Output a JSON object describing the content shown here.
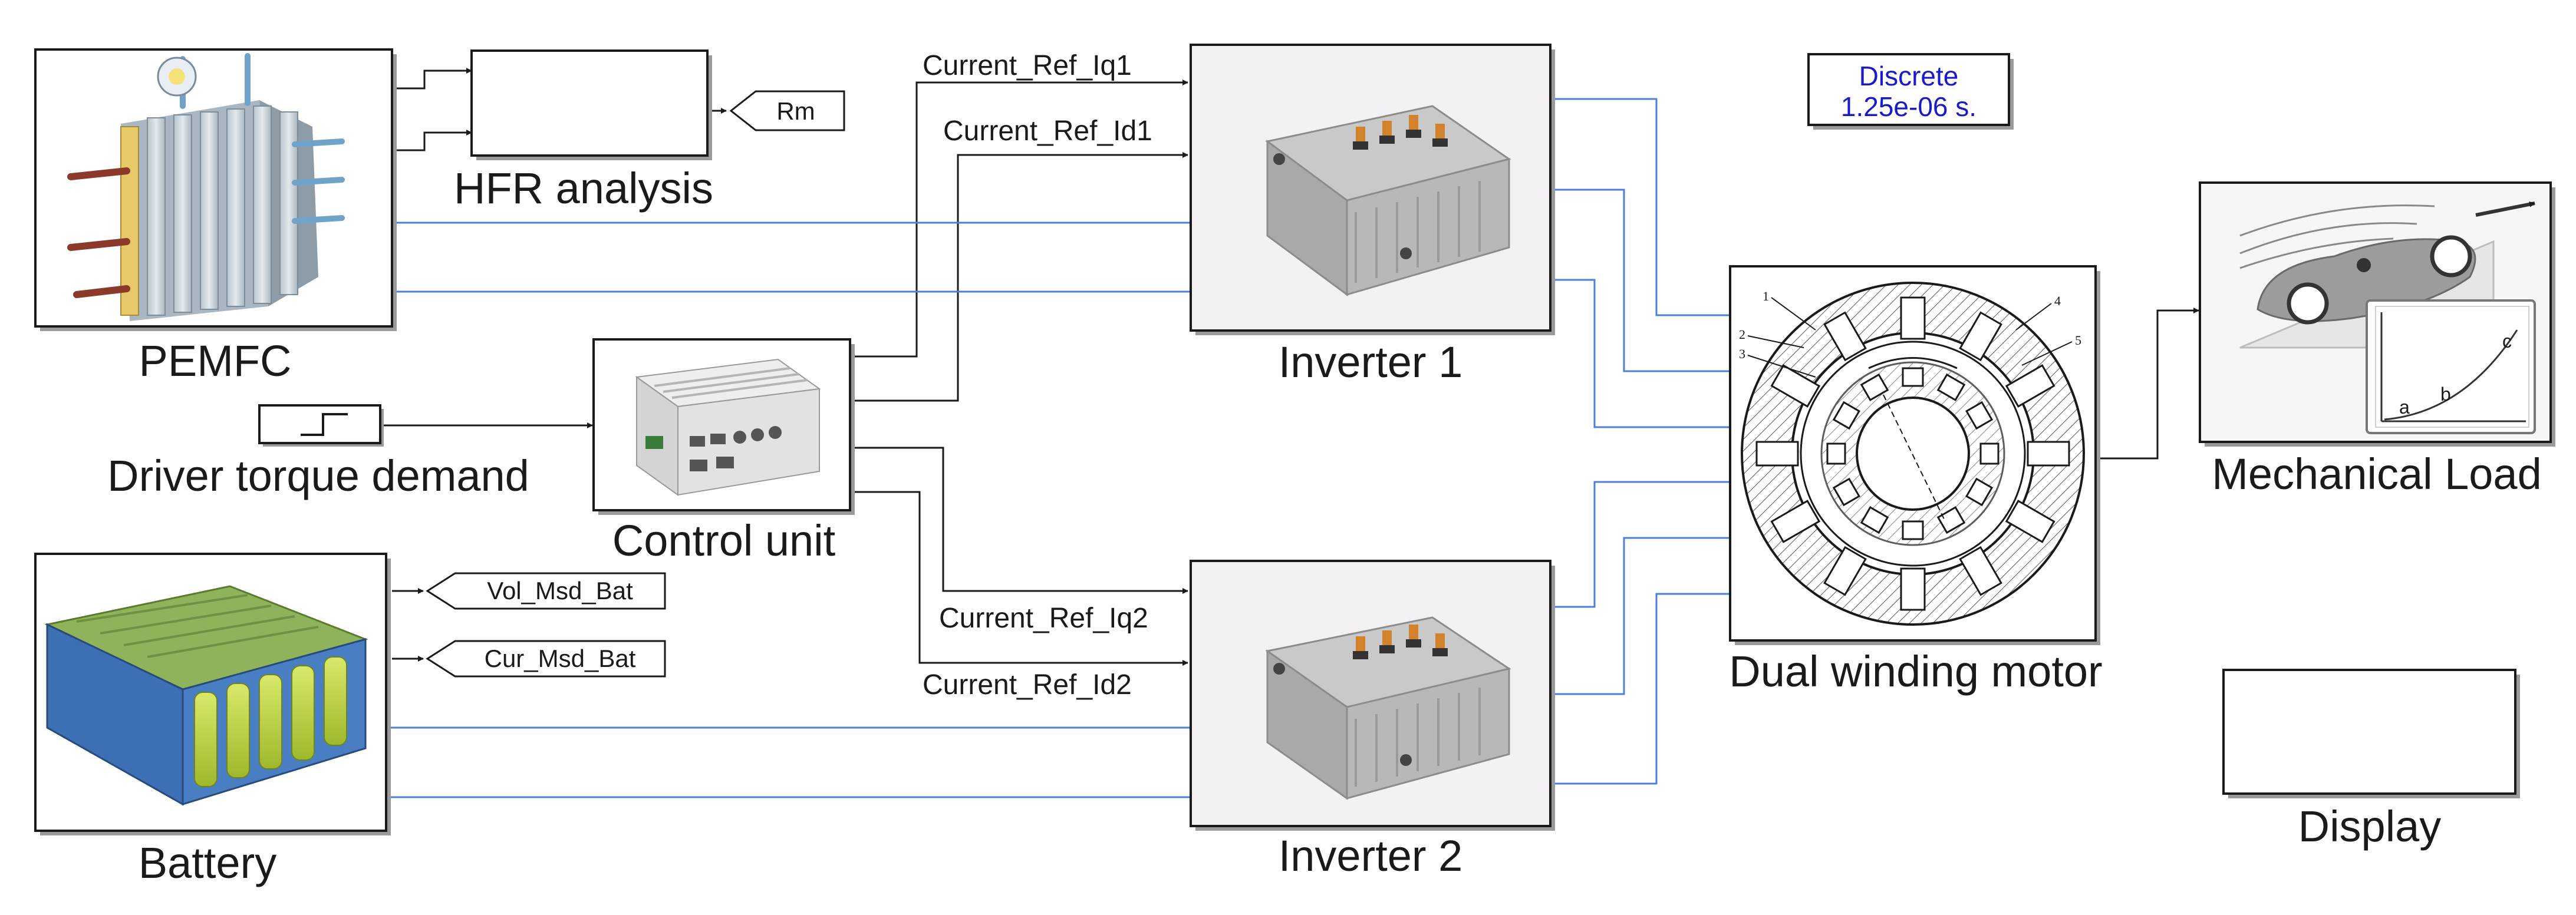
{
  "blocks": {
    "pemfc": {
      "label": "PEMFC",
      "icon": "fuel-cell-stack-icon"
    },
    "hfr": {
      "label": "HFR analysis"
    },
    "rm_tag": {
      "label": "Rm"
    },
    "driver": {
      "label": "Driver torque demand",
      "icon": "step-signal-icon"
    },
    "control": {
      "label": "Control unit",
      "icon": "embedded-controller-icon"
    },
    "battery": {
      "label": "Battery",
      "icon": "battery-pack-icon"
    },
    "vol_tag": {
      "label": "Vol_Msd_Bat"
    },
    "cur_tag": {
      "label": "Cur_Msd_Bat"
    },
    "inv1": {
      "label": "Inverter 1",
      "icon": "inverter-icon"
    },
    "inv2": {
      "label": "Inverter 2",
      "icon": "inverter-icon"
    },
    "motor": {
      "label": "Dual winding motor",
      "icon": "motor-cross-section-icon"
    },
    "load": {
      "label": "Mechanical Load",
      "icon": "vehicle-load-icon"
    },
    "display": {
      "label": "Display"
    }
  },
  "signals": {
    "iq1": "Current_Ref_Iq1",
    "id1": "Current_Ref_Id1",
    "iq2": "Current_Ref_Iq2",
    "id2": "Current_Ref_Id2"
  },
  "powergui": {
    "line1": "Discrete",
    "line2": "1.25e-06 s."
  },
  "motor_numbers": [
    "1",
    "2",
    "3",
    "4",
    "5"
  ],
  "load_curve_labels": [
    "a",
    "b",
    "c"
  ],
  "colors": {
    "wire": "#1a1a1a",
    "bus": "#4d7fd6",
    "powergui_text": "#1a1acc"
  }
}
